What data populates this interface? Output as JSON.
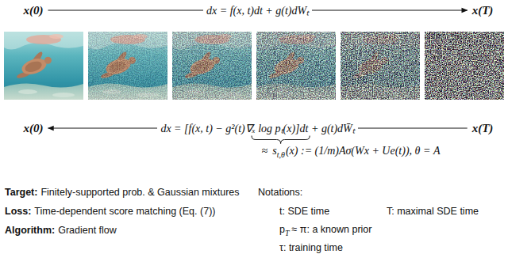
{
  "diagram": {
    "nodes": [
      {
        "text": [
          "x(0)"
        ]
      },
      {
        "text": [
          "x(T)"
        ]
      },
      {
        "text": [
          "x(0)"
        ]
      },
      {
        "text": [
          "x(T)"
        ]
      }
    ],
    "edges": [
      {
        "from": 0,
        "to": 1,
        "arrow": "to",
        "label": "dx = f(x, t)dt + g(t)dWₜ"
      },
      {
        "from": 3,
        "to": 2,
        "arrow": "to",
        "label": "dx = [f(x, t) − g²(t)∇ₓ log pₜ(x)]dt + g(t)dW̄ₜ"
      }
    ],
    "labels": [
      "≈",
      "s",
      "t,θ",
      "(x) := (1/m)Aσ(Wx + Ue(t)), θ = A",
      "Target:",
      "Finitely-supported prob. & Gaussian mixtures",
      "Loss:",
      "Time-dependent score matching (Eq. (7))",
      "Algorithm:",
      "Gradient flow",
      "Notations:",
      "t: SDE time",
      "T: maximal SDE time",
      "p",
      "T",
      "≈ π: a known prior",
      "τ: training time"
    ]
  }
}
